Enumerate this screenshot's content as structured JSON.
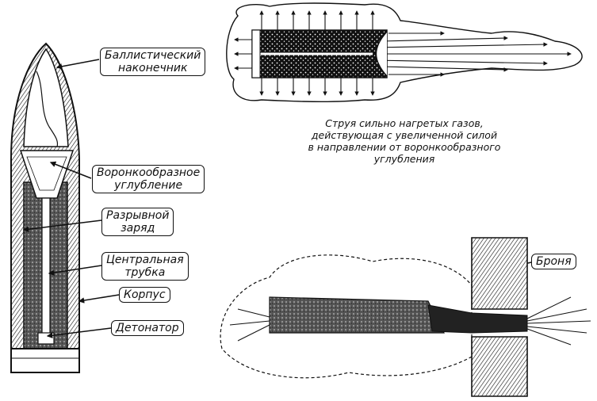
{
  "labels": {
    "ballistic_tip": [
      "Баллистический",
      "наконечник"
    ],
    "cone_cavity": [
      "Воронкообразное",
      "углубление"
    ],
    "bursting_charge": [
      "Разрывной",
      "заряд"
    ],
    "central_tube": [
      "Центральная",
      "трубка"
    ],
    "body": "Корпус",
    "detonator": "Детонатор",
    "armor": "Броня"
  },
  "caption": {
    "lines": [
      "Струя сильно нагретых газов,",
      "действующая с увеличенной силой",
      "в направлении от воронкообразного",
      "углубления"
    ]
  }
}
